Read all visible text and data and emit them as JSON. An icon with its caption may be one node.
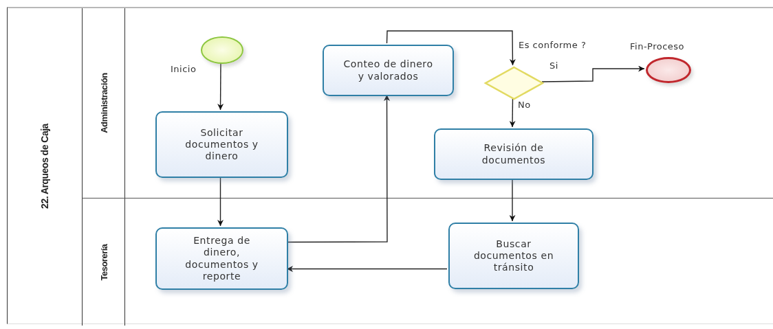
{
  "diagram": {
    "nodes": [
      {
        "text": [
          "22. Arqueos de Caja"
        ]
      },
      {
        "text": [
          "Administración"
        ],
        "in": 0
      },
      {
        "text": [
          "Tesorería"
        ],
        "in": 0
      },
      {
        "text": [],
        "shape": "circle",
        "beside": [
          "Inicio"
        ],
        "in": 1
      },
      {
        "text": [
          "Solicitar documentos y dinero"
        ],
        "in": 1
      },
      {
        "text": [
          "Conteo de dinero y valorados"
        ],
        "in": 1
      },
      {
        "text": [],
        "shape": "diamond",
        "beside": [
          "Es conforme ?"
        ],
        "in": 1
      },
      {
        "text": [],
        "shape": "circle",
        "beside": [
          "Fin-Proceso"
        ],
        "in": 1
      },
      {
        "text": [
          "Revisión de documentos"
        ],
        "in": 1
      },
      {
        "text": [
          "Entrega de dinero, documentos y reporte"
        ],
        "in": 2
      },
      {
        "text": [
          "Buscar documentos en tránsito"
        ],
        "in": 2
      }
    ],
    "edges": [
      {
        "from": 3,
        "to": 4,
        "arrow": "to"
      },
      {
        "from": 4,
        "to": 9,
        "arrow": "to"
      },
      {
        "from": 9,
        "to": 5,
        "arrow": "to"
      },
      {
        "from": 5,
        "to": 6,
        "arrow": "to"
      },
      {
        "from": 6,
        "to": 7,
        "arrow": "to",
        "label": "Si"
      },
      {
        "from": 6,
        "to": 8,
        "arrow": "to",
        "label": "No"
      },
      {
        "from": 8,
        "to": 10,
        "arrow": "to"
      },
      {
        "from": 10,
        "to": 9,
        "arrow": "to"
      }
    ]
  }
}
